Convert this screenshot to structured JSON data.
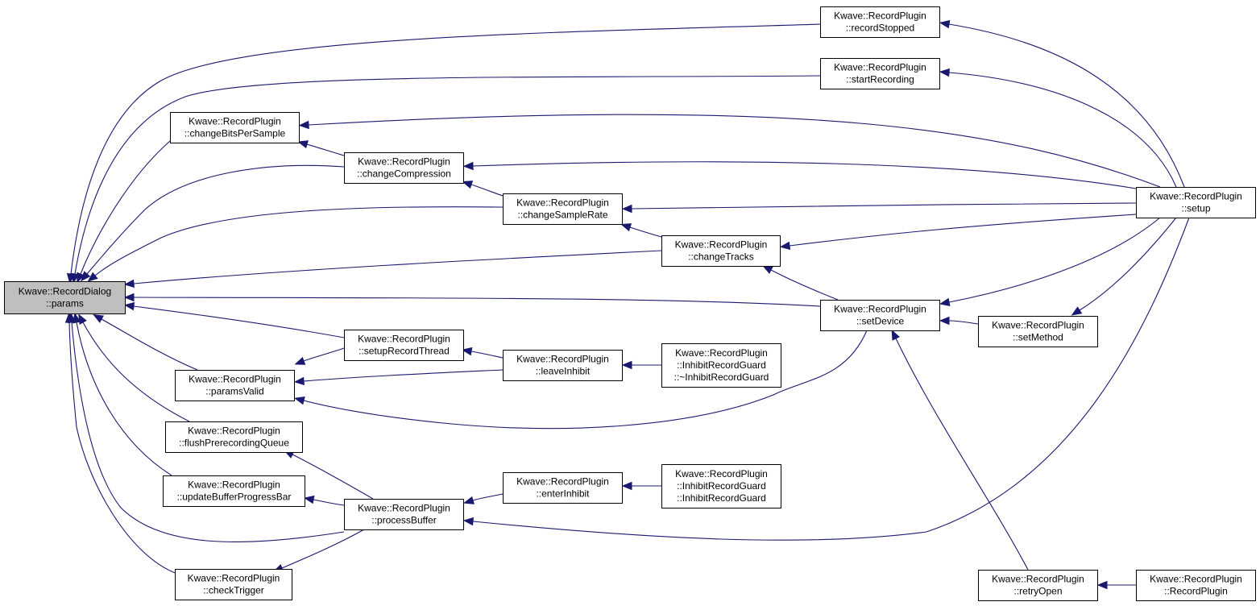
{
  "graph": {
    "edge_color": "#191970",
    "root_fill": "#bfbfbf",
    "nodes": [
      {
        "id": "params",
        "root": true,
        "lines": [
          "Kwave::RecordDialog",
          "::params"
        ]
      },
      {
        "id": "recordStopped",
        "lines": [
          "Kwave::RecordPlugin",
          "::recordStopped"
        ]
      },
      {
        "id": "startRecording",
        "lines": [
          "Kwave::RecordPlugin",
          "::startRecording"
        ]
      },
      {
        "id": "changeBitsPerSample",
        "lines": [
          "Kwave::RecordPlugin",
          "::changeBitsPerSample"
        ]
      },
      {
        "id": "changeCompression",
        "lines": [
          "Kwave::RecordPlugin",
          "::changeCompression"
        ]
      },
      {
        "id": "changeSampleRate",
        "lines": [
          "Kwave::RecordPlugin",
          "::changeSampleRate"
        ]
      },
      {
        "id": "changeTracks",
        "lines": [
          "Kwave::RecordPlugin",
          "::changeTracks"
        ]
      },
      {
        "id": "setup",
        "lines": [
          "Kwave::RecordPlugin",
          "::setup"
        ]
      },
      {
        "id": "setDevice",
        "lines": [
          "Kwave::RecordPlugin",
          "::setDevice"
        ]
      },
      {
        "id": "setMethod",
        "lines": [
          "Kwave::RecordPlugin",
          "::setMethod"
        ]
      },
      {
        "id": "setupRecordThread",
        "lines": [
          "Kwave::RecordPlugin",
          "::setupRecordThread"
        ]
      },
      {
        "id": "leaveInhibit",
        "lines": [
          "Kwave::RecordPlugin",
          "::leaveInhibit"
        ]
      },
      {
        "id": "dtorGuard",
        "lines": [
          "Kwave::RecordPlugin",
          "::InhibitRecordGuard",
          "::~InhibitRecordGuard"
        ]
      },
      {
        "id": "paramsValid",
        "lines": [
          "Kwave::RecordPlugin",
          "::paramsValid"
        ]
      },
      {
        "id": "flushPrerecordingQueue",
        "lines": [
          "Kwave::RecordPlugin",
          "::flushPrerecordingQueue"
        ]
      },
      {
        "id": "updateBufferProgressBar",
        "lines": [
          "Kwave::RecordPlugin",
          "::updateBufferProgressBar"
        ]
      },
      {
        "id": "processBuffer",
        "lines": [
          "Kwave::RecordPlugin",
          "::processBuffer"
        ]
      },
      {
        "id": "enterInhibit",
        "lines": [
          "Kwave::RecordPlugin",
          "::enterInhibit"
        ]
      },
      {
        "id": "ctorGuard",
        "lines": [
          "Kwave::RecordPlugin",
          "::InhibitRecordGuard",
          "::InhibitRecordGuard"
        ]
      },
      {
        "id": "checkTrigger",
        "lines": [
          "Kwave::RecordPlugin",
          "::checkTrigger"
        ]
      },
      {
        "id": "retryOpen",
        "lines": [
          "Kwave::RecordPlugin",
          "::retryOpen"
        ]
      },
      {
        "id": "RecordPluginCtor",
        "lines": [
          "Kwave::RecordPlugin",
          "::RecordPlugin"
        ]
      }
    ],
    "edges": [
      {
        "from": "recordStopped",
        "to": "params"
      },
      {
        "from": "startRecording",
        "to": "params"
      },
      {
        "from": "changeBitsPerSample",
        "to": "params"
      },
      {
        "from": "changeCompression",
        "to": "params"
      },
      {
        "from": "changeSampleRate",
        "to": "params"
      },
      {
        "from": "changeTracks",
        "to": "params"
      },
      {
        "from": "setDevice",
        "to": "params"
      },
      {
        "from": "setupRecordThread",
        "to": "params"
      },
      {
        "from": "paramsValid",
        "to": "params"
      },
      {
        "from": "flushPrerecordingQueue",
        "to": "params"
      },
      {
        "from": "updateBufferProgressBar",
        "to": "params"
      },
      {
        "from": "processBuffer",
        "to": "params"
      },
      {
        "from": "checkTrigger",
        "to": "params"
      },
      {
        "from": "setup",
        "to": "recordStopped"
      },
      {
        "from": "setup",
        "to": "startRecording"
      },
      {
        "from": "setup",
        "to": "changeBitsPerSample"
      },
      {
        "from": "changeCompression",
        "to": "changeBitsPerSample"
      },
      {
        "from": "setup",
        "to": "changeCompression"
      },
      {
        "from": "changeSampleRate",
        "to": "changeCompression"
      },
      {
        "from": "setup",
        "to": "changeSampleRate"
      },
      {
        "from": "changeTracks",
        "to": "changeSampleRate"
      },
      {
        "from": "setup",
        "to": "changeTracks"
      },
      {
        "from": "setDevice",
        "to": "changeTracks"
      },
      {
        "from": "setup",
        "to": "setDevice"
      },
      {
        "from": "setMethod",
        "to": "setDevice"
      },
      {
        "from": "retryOpen",
        "to": "setDevice"
      },
      {
        "from": "setup",
        "to": "setMethod"
      },
      {
        "from": "leaveInhibit",
        "to": "setupRecordThread"
      },
      {
        "from": "setupRecordThread",
        "to": "paramsValid"
      },
      {
        "from": "leaveInhibit",
        "to": "paramsValid"
      },
      {
        "from": "setDevice",
        "to": "paramsValid"
      },
      {
        "from": "dtorGuard",
        "to": "leaveInhibit"
      },
      {
        "from": "processBuffer",
        "to": "flushPrerecordingQueue"
      },
      {
        "from": "processBuffer",
        "to": "updateBufferProgressBar"
      },
      {
        "from": "enterInhibit",
        "to": "processBuffer"
      },
      {
        "from": "setup",
        "to": "processBuffer"
      },
      {
        "from": "ctorGuard",
        "to": "enterInhibit"
      },
      {
        "from": "processBuffer",
        "to": "checkTrigger"
      },
      {
        "from": "RecordPluginCtor",
        "to": "retryOpen"
      }
    ]
  }
}
